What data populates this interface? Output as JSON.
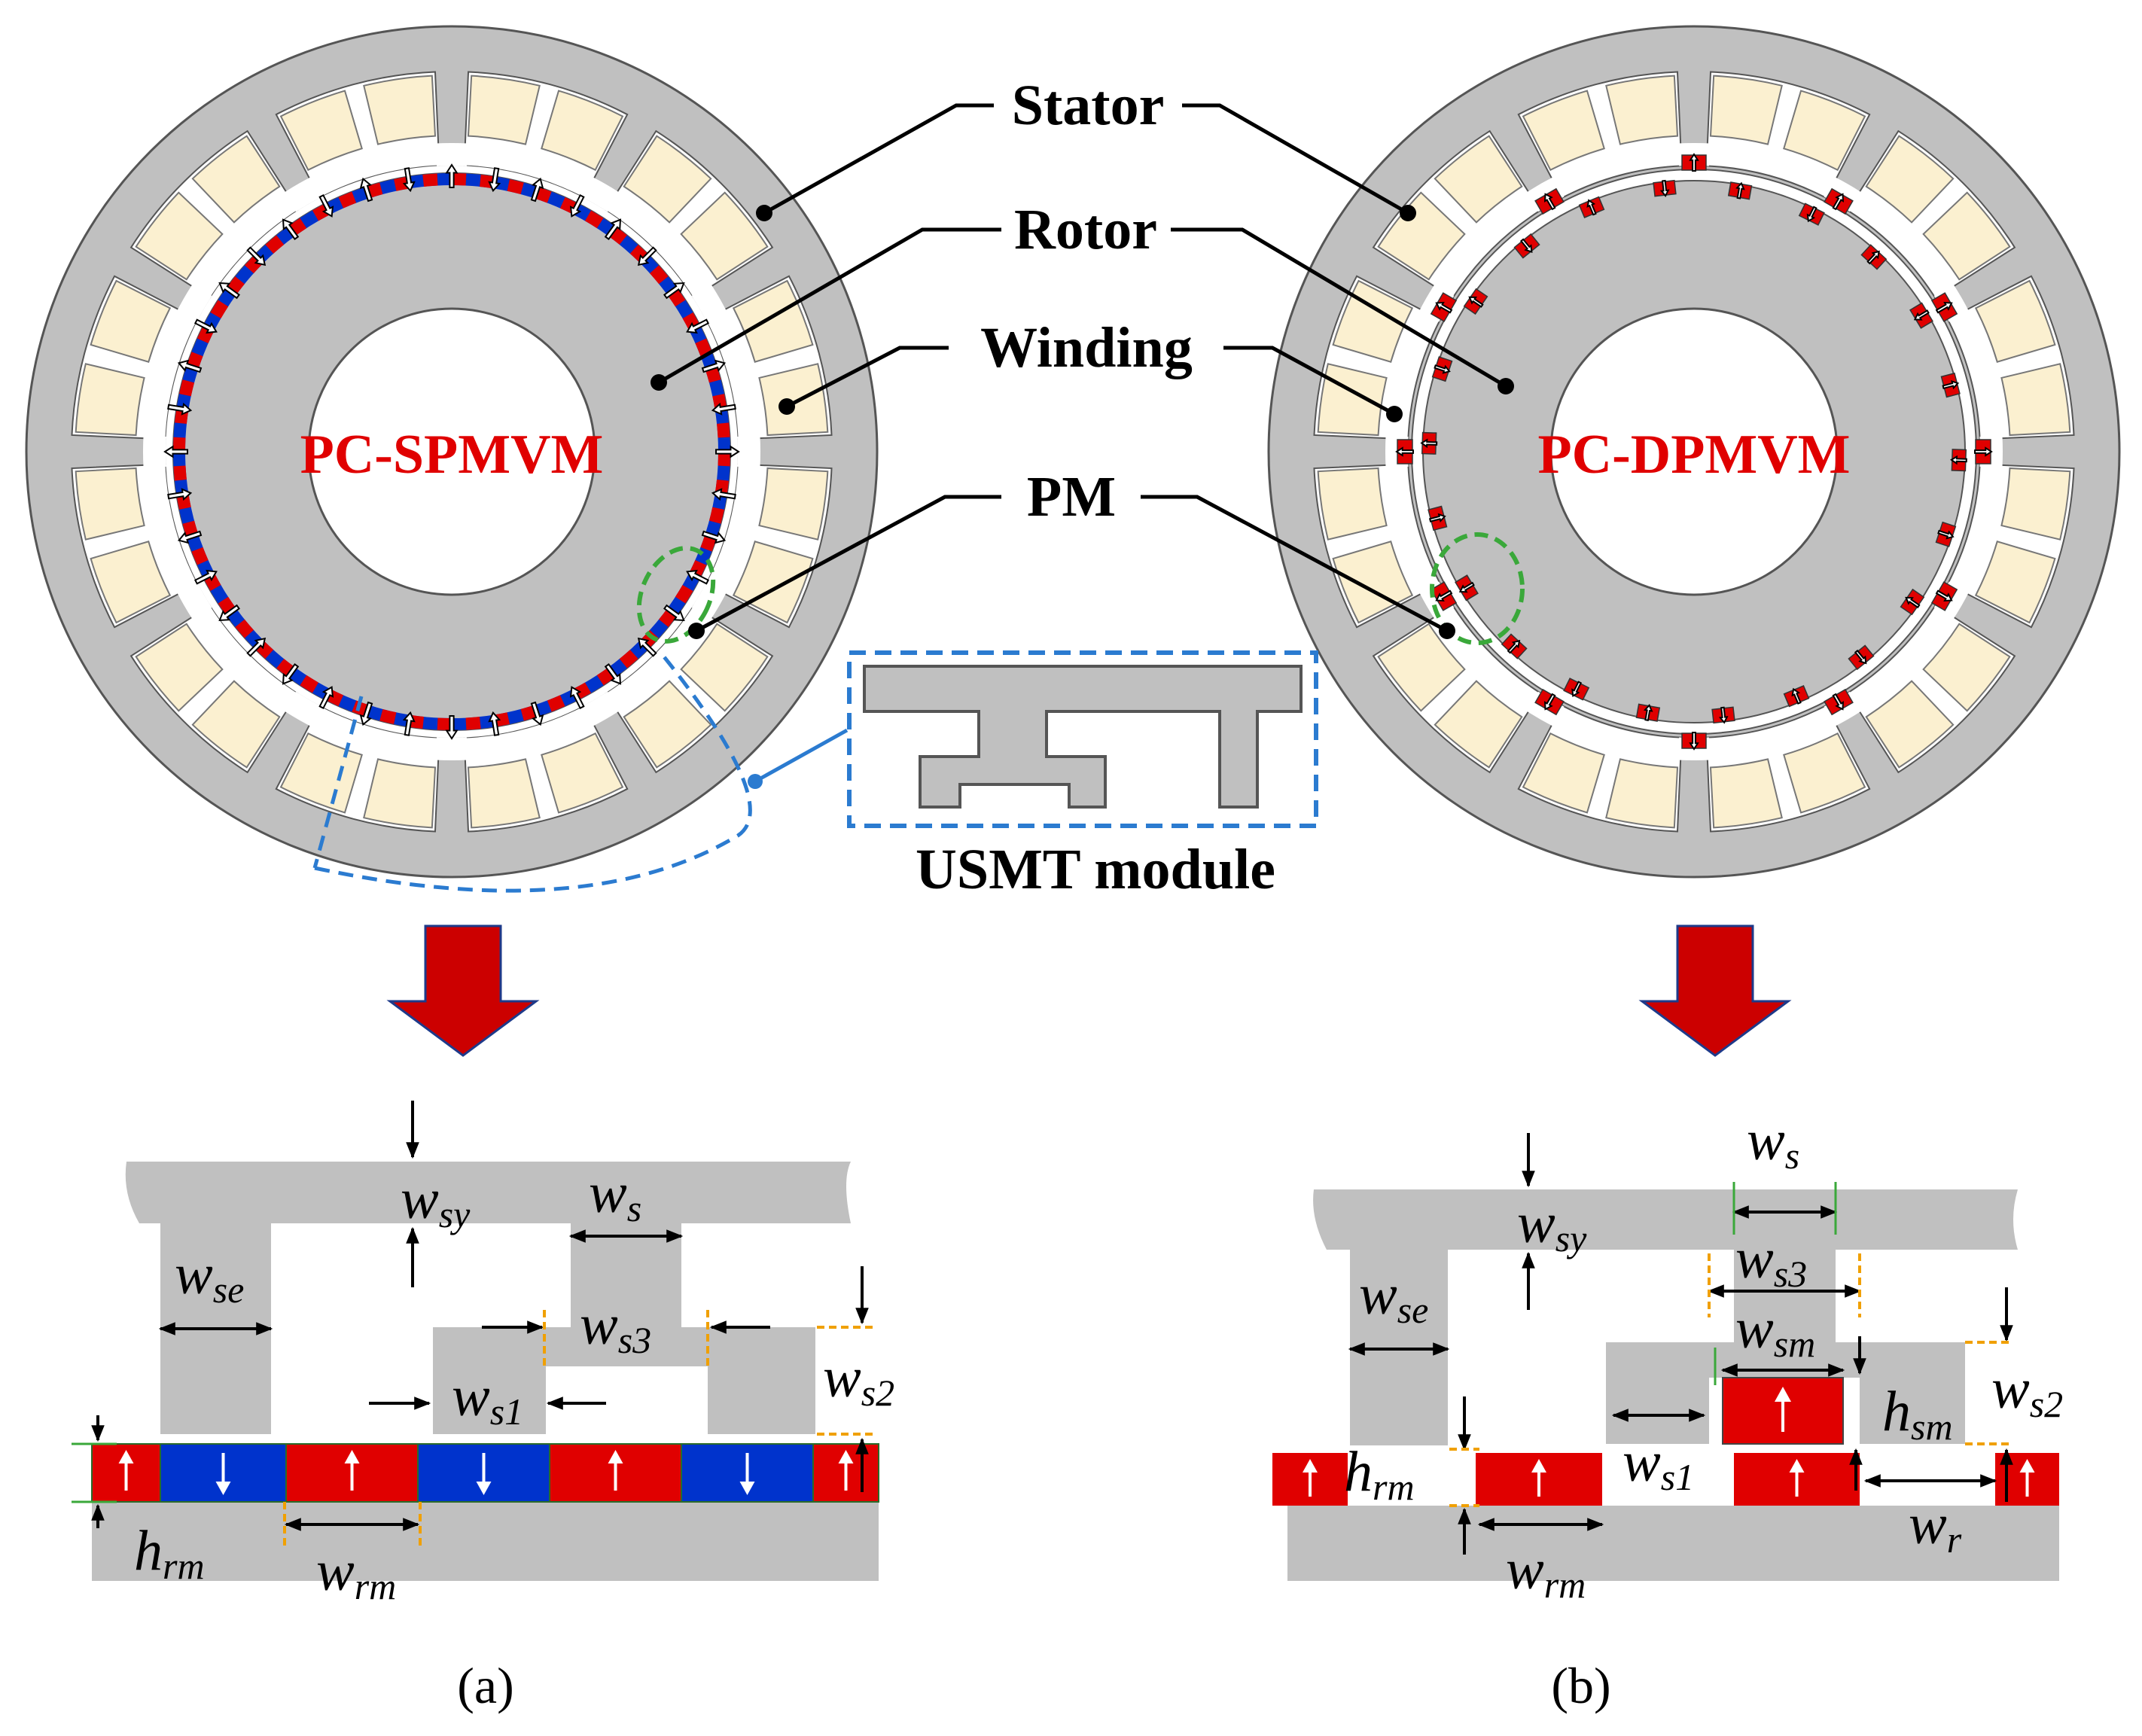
{
  "labels": {
    "stator": "Stator",
    "rotor": "Rotor",
    "winding": "Winding",
    "pm": "PM",
    "usmt_module": "USMT module"
  },
  "machines": {
    "a_name": "PC-SPMVM",
    "b_name": "PC-DPMVM"
  },
  "dims_a": {
    "wsy": [
      "w",
      "sy"
    ],
    "ws": [
      "w",
      "s"
    ],
    "wse": [
      "w",
      "se"
    ],
    "ws3": [
      "w",
      "s3"
    ],
    "ws1": [
      "w",
      "s1"
    ],
    "ws2": [
      "w",
      "s2"
    ],
    "hrm": [
      "h",
      "rm"
    ],
    "wrm": [
      "w",
      "rm"
    ]
  },
  "dims_b": {
    "ws": [
      "w",
      "s"
    ],
    "wsy": [
      "w",
      "sy"
    ],
    "wse": [
      "w",
      "se"
    ],
    "ws3": [
      "w",
      "s3"
    ],
    "wsm": [
      "w",
      "sm"
    ],
    "hsm": [
      "h",
      "sm"
    ],
    "ws2": [
      "w",
      "s2"
    ],
    "hrm": [
      "h",
      "rm"
    ],
    "ws1": [
      "w",
      "s1"
    ],
    "wrm": [
      "w",
      "rm"
    ],
    "wr": [
      "w",
      "r"
    ]
  },
  "captions": {
    "a": "(a)",
    "b": "(b)"
  },
  "colors": {
    "iron": "#c0c0c0",
    "coil": "#fbf0d0",
    "pm_red": "#e00000",
    "pm_blue": "#0033cc",
    "arrow_down": "#cc0000",
    "module_box": "#2b7bd0",
    "highlight": "#3aa83a"
  }
}
